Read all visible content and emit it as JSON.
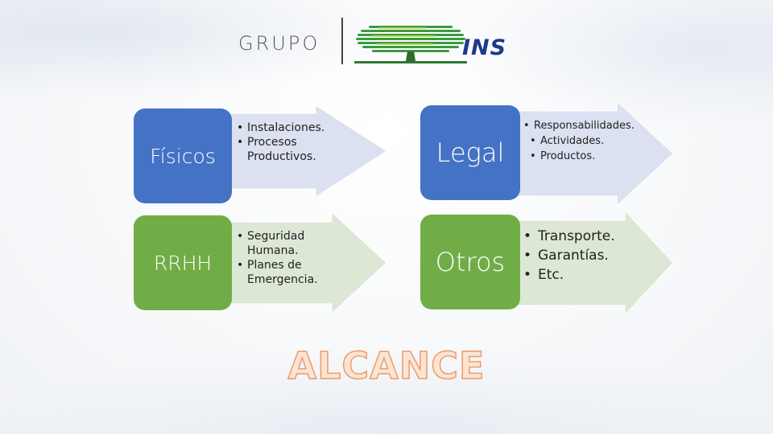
{
  "logo": {
    "grupo": "GRUPO",
    "brand": "INS",
    "tree_color": "#2e8b3a",
    "brand_color": "#1f3a8a"
  },
  "colors": {
    "blue_box": "#4472c4",
    "green_box": "#70ad47",
    "blue_arrow": "#dbe1f1",
    "green_arrow": "#dde7d6",
    "title_fill": "#fbe4d3",
    "title_stroke": "#ed9c6a"
  },
  "items": [
    {
      "label": "Físicos",
      "color": "blue",
      "bullets": [
        "Instalaciones.",
        "Procesos Productivos."
      ]
    },
    {
      "label": "RRHH",
      "color": "green",
      "bullets": [
        "Seguridad Humana.",
        "Planes de Emergencia."
      ]
    },
    {
      "label": "Legal",
      "color": "blue",
      "bullets": [
        "Responsabilidades.",
        "Actividades.",
        "Productos."
      ]
    },
    {
      "label": "Otros",
      "color": "green",
      "bullets": [
        "Transporte.",
        "Garantías.",
        "Etc."
      ]
    }
  ],
  "title": "ALCANCE"
}
